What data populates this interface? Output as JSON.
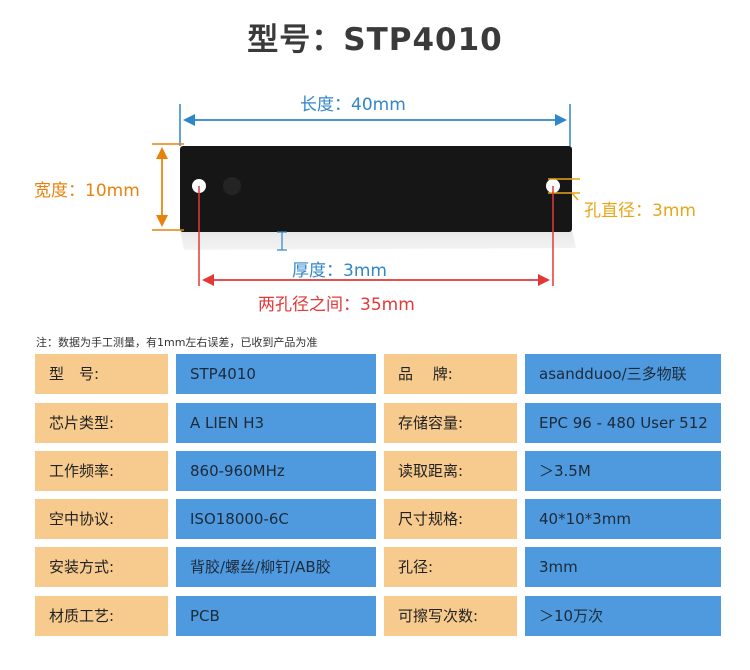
{
  "title": "型号：STP4010",
  "dimensions": {
    "length": "长度：40mm",
    "width": "宽度：10mm",
    "hole": "孔直径：3mm",
    "thickness": "厚度：3mm",
    "hole_span": "两孔径之间：35mm"
  },
  "note": "注：数据为手工测量，有1mm左右误差，已收到产品为准",
  "rows": [
    {
      "k1": "型　号:",
      "v1": "STP4010",
      "k2": "品　 牌:",
      "v2": "asandduoo/三多物联"
    },
    {
      "k1": "芯片类型:",
      "v1": "A LIEN H3",
      "k2": "存储容量:",
      "v2": "EPC 96 - 480   User 512"
    },
    {
      "k1": "工作频率:",
      "v1": "860-960MHz",
      "k2": "读取距离:",
      "v2": "＞3.5M"
    },
    {
      "k1": "空中协议:",
      "v1": "ISO18000-6C",
      "k2": "尺寸规格:",
      "v2": "40*10*3mm"
    },
    {
      "k1": "安装方式:",
      "v1": "背胶/螺丝/柳钉/AB胶",
      "k2": "孔径:",
      "v2": "3mm"
    },
    {
      "k1": "材质工艺:",
      "v1": "PCB",
      "k2": "可擦写次数:",
      "v2": "＞10万次"
    }
  ]
}
